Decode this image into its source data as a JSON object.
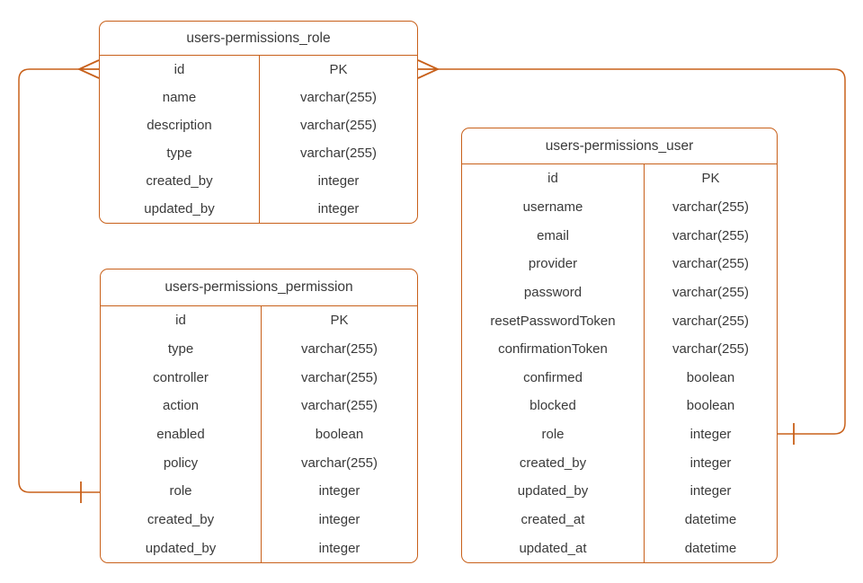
{
  "theme": {
    "background": "#ffffff",
    "line_color": "#C8601A",
    "text_color": "#3a3a3a"
  },
  "diagram": {
    "kind": "entity-relationship-diagram"
  },
  "tables": [
    {
      "title": "users-permissions_role",
      "rows": [
        {
          "name": "id",
          "type": "PK"
        },
        {
          "name": "name",
          "type": "varchar(255)"
        },
        {
          "name": "description",
          "type": "varchar(255)"
        },
        {
          "name": "type",
          "type": "varchar(255)"
        },
        {
          "name": "created_by",
          "type": "integer"
        },
        {
          "name": "updated_by",
          "type": "integer"
        }
      ]
    },
    {
      "title": "users-permissions_permission",
      "rows": [
        {
          "name": "id",
          "type": "PK"
        },
        {
          "name": "type",
          "type": "varchar(255)"
        },
        {
          "name": "controller",
          "type": "varchar(255)"
        },
        {
          "name": "action",
          "type": "varchar(255)"
        },
        {
          "name": "enabled",
          "type": "boolean"
        },
        {
          "name": "policy",
          "type": "varchar(255)"
        },
        {
          "name": "role",
          "type": "integer"
        },
        {
          "name": "created_by",
          "type": "integer"
        },
        {
          "name": "updated_by",
          "type": "integer"
        }
      ]
    },
    {
      "title": "users-permissions_user",
      "rows": [
        {
          "name": "id",
          "type": "PK"
        },
        {
          "name": "username",
          "type": "varchar(255)"
        },
        {
          "name": "email",
          "type": "varchar(255)"
        },
        {
          "name": "provider",
          "type": "varchar(255)"
        },
        {
          "name": "password",
          "type": "varchar(255)"
        },
        {
          "name": "resetPasswordToken",
          "type": "varchar(255)"
        },
        {
          "name": "confirmationToken",
          "type": "varchar(255)"
        },
        {
          "name": "confirmed",
          "type": "boolean"
        },
        {
          "name": "blocked",
          "type": "boolean"
        },
        {
          "name": "role",
          "type": "integer"
        },
        {
          "name": "created_by",
          "type": "integer"
        },
        {
          "name": "updated_by",
          "type": "integer"
        },
        {
          "name": "created_at",
          "type": "datetime"
        },
        {
          "name": "updated_at",
          "type": "datetime"
        }
      ]
    }
  ],
  "relationships": [
    {
      "from_table": "users-permissions_role",
      "from_field": "id",
      "from_marker": "many",
      "to_table": "users-permissions_permission",
      "to_field": "role",
      "to_marker": "one"
    },
    {
      "from_table": "users-permissions_role",
      "from_field": "id",
      "from_marker": "many",
      "to_table": "users-permissions_user",
      "to_field": "role",
      "to_marker": "one"
    }
  ]
}
